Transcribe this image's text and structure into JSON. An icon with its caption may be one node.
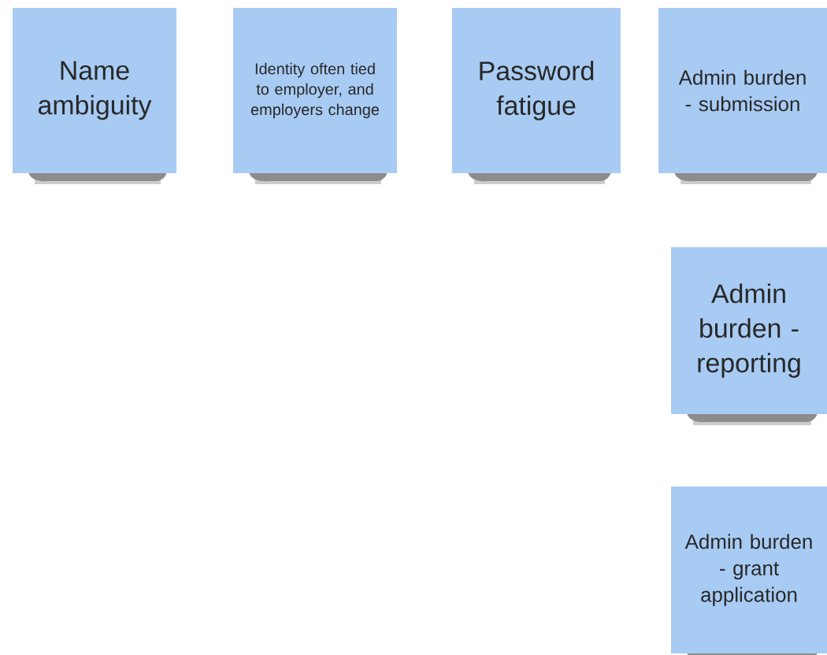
{
  "diagram": {
    "nodes": [
      {
        "text": [
          "Name ambiguity"
        ]
      },
      {
        "text": [
          "Identity often tied to employer, and employers change"
        ]
      },
      {
        "text": [
          "Password fatigue"
        ]
      },
      {
        "text": [
          "Admin burden - submission"
        ]
      },
      {
        "text": [
          "Admin burden - reporting"
        ]
      },
      {
        "text": [
          "Admin burden - grant application"
        ]
      }
    ]
  }
}
